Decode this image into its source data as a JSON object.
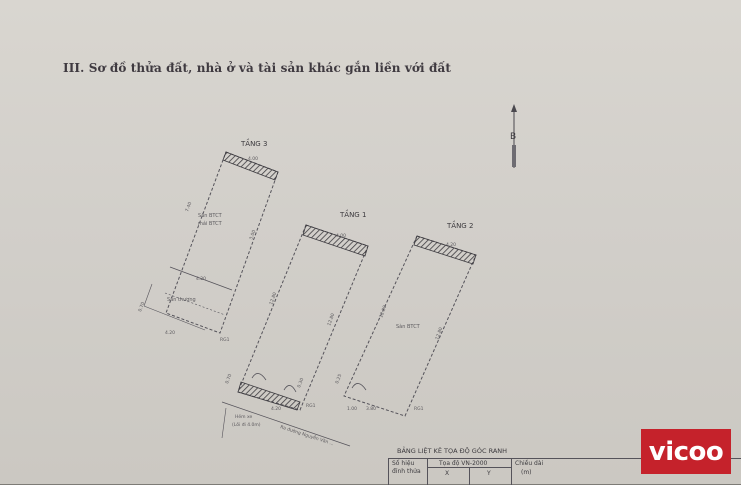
{
  "document": {
    "heading": "III. Sơ đồ thửa đất, nhà ở và tài sản khác gắn liền với đất",
    "north_label": "B"
  },
  "floors": {
    "floor3": {
      "title": "TẦNG 3",
      "room_label_1": "Sàn BTCT",
      "room_label_2": "mái BTCT",
      "terrace_label": "Sân thượng",
      "dims": [
        "4.00",
        "7.40",
        "4.20",
        "3.00",
        "4.00",
        "4.20",
        "0.70"
      ]
    },
    "floor1": {
      "title": "TẦNG 1",
      "dims": [
        "4.00",
        "12.80",
        "12.80",
        "4.20",
        "0.25",
        "0.60"
      ],
      "alley_label_1": "Hẻm xe",
      "alley_label_2": "(Lối đi 4.0m)",
      "street_label": "Ra đường Nguyễn Văn ...",
      "point_label": "0.70",
      "point_label_2": "0.30"
    },
    "floor2": {
      "title": "TẦNG 2",
      "room_label": "Sàn BTCT",
      "dims": [
        "4.20",
        "12.80",
        "12.80",
        "1.00",
        "3.80",
        "0.25",
        "0.25"
      ]
    }
  },
  "coord_table": {
    "title": "BẢNG LIỆT KÊ TỌA ĐỘ GÓC RANH",
    "col_point": "Số hiệu",
    "col_point_2": "đỉnh thửa",
    "col_coords": "Tọa độ VN-2000",
    "col_x": "X",
    "col_y": "Y",
    "col_len": "Chiều dài",
    "col_len_unit": "(m)"
  },
  "logo": {
    "text": "vicoo",
    "color": "#c5222b"
  }
}
